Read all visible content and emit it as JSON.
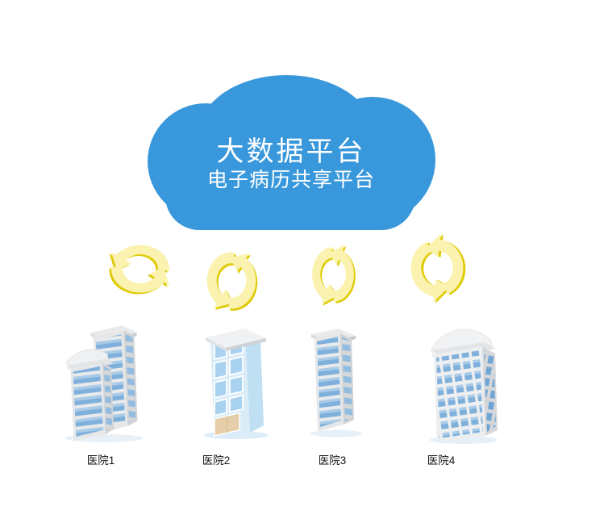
{
  "cloud": {
    "title": "大数据平台",
    "subtitle": "电子病历共享平台"
  },
  "arrows": {
    "count": 4,
    "icon": "sync-cycle-arrows",
    "fill": "#FAF2AE",
    "edge": "#DFCB08"
  },
  "hospitals": [
    {
      "label": "医院1"
    },
    {
      "label": "医院2"
    },
    {
      "label": "医院3"
    },
    {
      "label": "医院4"
    }
  ],
  "palette": {
    "cloud_fill": "#3998DB",
    "cloud_text": "#FFFFFF",
    "label_color": "#151515",
    "window_blue": "#7FB0DC",
    "window_blue_light": "#A9CBE8",
    "frame_gray": "#E5E7E9",
    "side_gray": "#D2D4D6",
    "body_light_blue": "#DAECF8",
    "door_tan": "#E5CDAA"
  }
}
